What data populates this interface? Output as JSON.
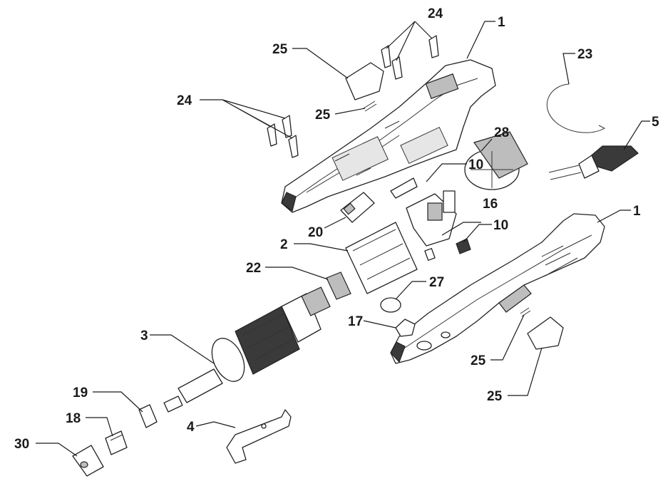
{
  "callouts": {
    "c1a": "1",
    "c1b": "1",
    "c2": "2",
    "c3": "3",
    "c4": "4",
    "c5": "5",
    "c10a": "10",
    "c10b": "10",
    "c16": "16",
    "c17": "17",
    "c18": "18",
    "c19": "19",
    "c20": "20",
    "c22": "22",
    "c23": "23",
    "c24a": "24",
    "c24b": "24",
    "c25a": "25",
    "c25b": "25",
    "c25c": "25",
    "c25d": "25",
    "c27": "27",
    "c28": "28",
    "c30": "30"
  }
}
